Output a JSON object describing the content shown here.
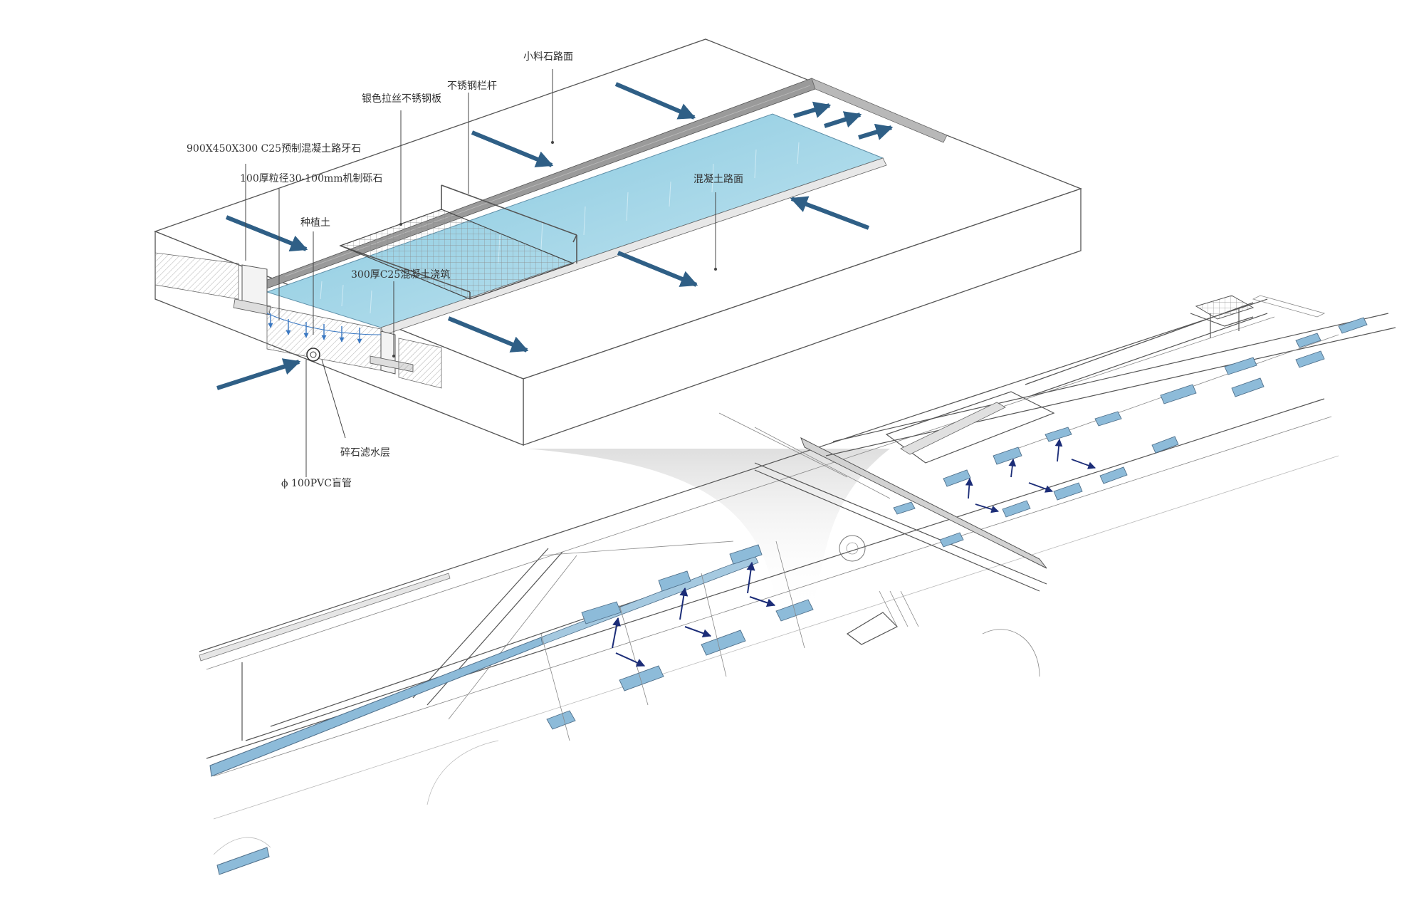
{
  "labels": {
    "pebble_paving": "小料石路面",
    "steel_railing": "不锈钢栏杆",
    "brushed_steel_plate": "银色拉丝不锈钢板",
    "curb_stone": "900X450X300 C25预制混凝土路牙石",
    "gravel_layer": "100厚粒径30-100mm机制砾石",
    "planting_soil": "种植土",
    "concrete_pour": "300厚C25混凝土浇筑",
    "concrete_paving": "混凝土路面",
    "gravel_filter": "碎石滤水层",
    "pvc_pipe": "ϕ 100PVC盲管"
  },
  "colors": {
    "water": "#a9d7e8",
    "water_deep": "#7fbfd8",
    "runoff_arrow": "#2f5f86",
    "flow_arrow": "#1c2d78",
    "channel": "#8dbbd9",
    "infiltration_arrow": "#3a78c2"
  },
  "icons": {
    "runoff": "arrow-icon",
    "flow": "arrow-icon",
    "drain_pipe": "pipe-circle-icon"
  }
}
